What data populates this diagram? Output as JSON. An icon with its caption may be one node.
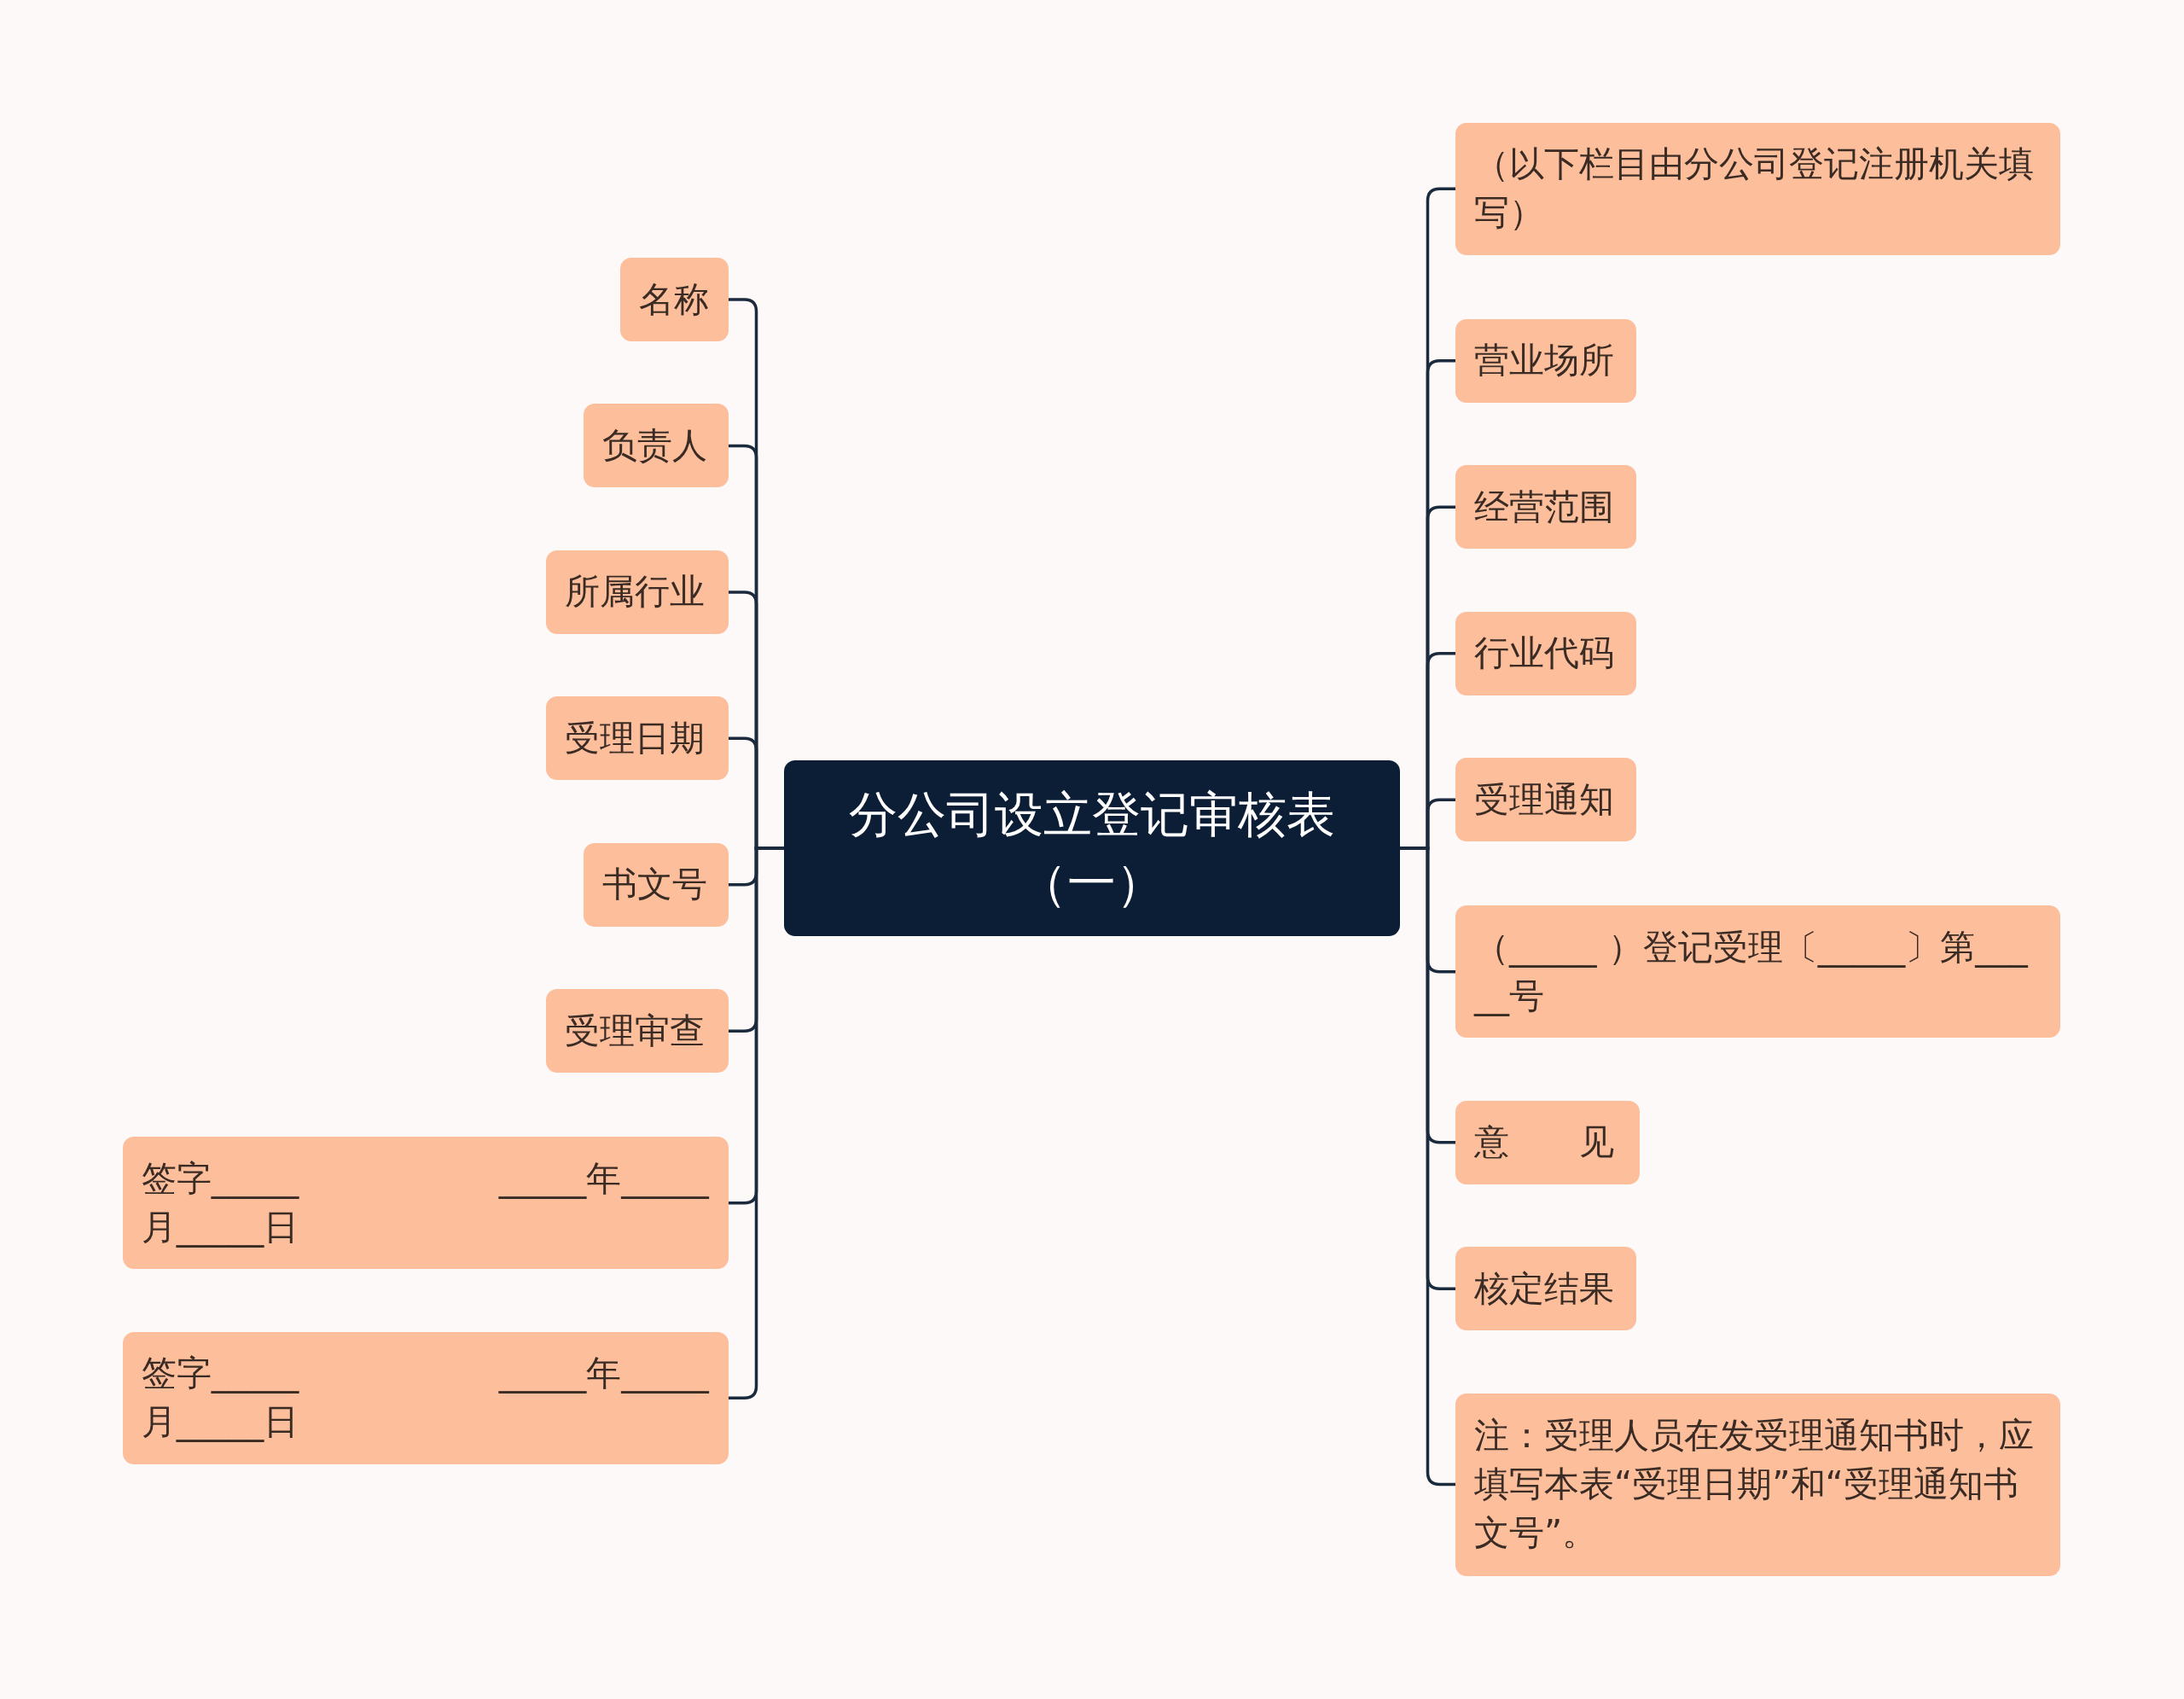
{
  "diagram": {
    "nodes": [
      {
        "text": [
          "分公司设立登记审核表（一）"
        ]
      },
      {
        "text": [
          "名称"
        ]
      },
      {
        "text": [
          "负责人"
        ]
      },
      {
        "text": [
          "所属行业"
        ]
      },
      {
        "text": [
          "受理日期"
        ]
      },
      {
        "text": [
          "书文号"
        ]
      },
      {
        "text": [
          "受理审查"
        ]
      },
      {
        "text": [
          "签字_____                  _____年_____月_____日"
        ]
      },
      {
        "text": [
          "签字_____                  _____年_____月_____日"
        ]
      },
      {
        "text": [
          "（以下栏目由分公司登记注册机关填写）"
        ]
      },
      {
        "text": [
          "营业场所"
        ]
      },
      {
        "text": [
          "经营范围"
        ]
      },
      {
        "text": [
          "行业代码"
        ]
      },
      {
        "text": [
          "受理通知"
        ]
      },
      {
        "text": [
          "（_____ ）登记受理〔_____〕第_____号"
        ]
      },
      {
        "text": [
          "意　　见"
        ]
      },
      {
        "text": [
          "核定结果"
        ]
      },
      {
        "text": [
          "注：受理人员在发受理通知书时，应填写本表“受理日期”和“受理通知书文号”。"
        ]
      }
    ],
    "edges": [
      {
        "from": 0,
        "to": 1,
        "arrow": "none"
      },
      {
        "from": 0,
        "to": 2,
        "arrow": "none"
      },
      {
        "from": 0,
        "to": 3,
        "arrow": "none"
      },
      {
        "from": 0,
        "to": 4,
        "arrow": "none"
      },
      {
        "from": 0,
        "to": 5,
        "arrow": "none"
      },
      {
        "from": 0,
        "to": 6,
        "arrow": "none"
      },
      {
        "from": 0,
        "to": 7,
        "arrow": "none"
      },
      {
        "from": 0,
        "to": 8,
        "arrow": "none"
      },
      {
        "from": 0,
        "to": 9,
        "arrow": "none"
      },
      {
        "from": 0,
        "to": 10,
        "arrow": "none"
      },
      {
        "from": 0,
        "to": 11,
        "arrow": "none"
      },
      {
        "from": 0,
        "to": 12,
        "arrow": "none"
      },
      {
        "from": 0,
        "to": 13,
        "arrow": "none"
      },
      {
        "from": 0,
        "to": 14,
        "arrow": "none"
      },
      {
        "from": 0,
        "to": 15,
        "arrow": "none"
      },
      {
        "from": 0,
        "to": 16,
        "arrow": "none"
      },
      {
        "from": 0,
        "to": 17,
        "arrow": "none"
      }
    ]
  }
}
